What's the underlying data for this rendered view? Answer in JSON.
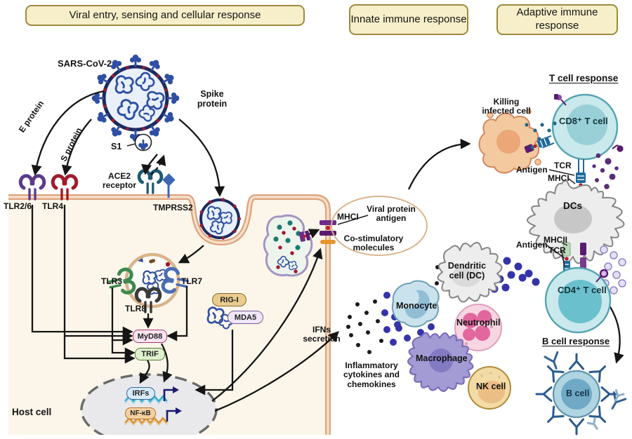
{
  "headers": {
    "viral": "Viral entry, sensing and cellular response",
    "innate": "Innate immune response",
    "adaptive": "Adaptive immune response"
  },
  "virus": {
    "name": "SARS-CoV-2",
    "spike": "Spike protein",
    "e_protein": "E protein",
    "s_protein": "S protein",
    "s1": "S1"
  },
  "receptors": {
    "ace2": "ACE2 receptor",
    "tmprss2": "TMPRSS2",
    "tlr26": "TLR2/6",
    "tlr4": "TLR4",
    "tlr3": "TLR3",
    "tlr7": "TLR7",
    "tlr8": "TLR8"
  },
  "signaling": {
    "myd88": "MyD88",
    "trif": "TRIF",
    "rigi": "RIG-I",
    "mda5": "MDA5",
    "irfs": "IRFs",
    "nfkb": "NF-κB",
    "host": "Host cell"
  },
  "presentation": {
    "mhci": "MHCI",
    "antigen": "Viral protein antigen",
    "costim": "Co-stimulatory molecules",
    "ifns": "IFNs secretion",
    "inflam": "Inflammatory cytokines and chemokines"
  },
  "innate": {
    "dc": "Dendritic cell (DC)",
    "monocyte": "Monocyte",
    "neutrophil": "Neutrophil",
    "macrophage": "Macrophage",
    "nk": "NK cell"
  },
  "adaptive": {
    "t_title": "T cell response",
    "killing": "Killing infected cell",
    "cd8": "CD8⁺ T cell",
    "tcr1": "TCR",
    "antigen1": "Antigen",
    "mhci1": "MHCI",
    "dcs": "DCs",
    "mhcii": "MHCII",
    "antigen2": "Antigen",
    "tcr2": "TCR",
    "cd4": "CD4⁺ T cell",
    "b_title": "B cell response",
    "bcell": "B cell"
  },
  "colors": {
    "header_bg": "#F6EFC9",
    "header_border": "#9C8A3E",
    "membrane": "#DFA57E",
    "cell_fill": "#FCF6EA",
    "virus_blue": "#2E4FA3",
    "capsid_ring": "#1C2B5E",
    "accent_red": "#9E1B30",
    "tlr26": "#5B3B8C",
    "tlr4": "#A01B2B",
    "tlr3": "#3B8A4E",
    "tlr7": "#4A6DB5",
    "tlr8": "#3A3A3A",
    "ace2": "#1D5A73",
    "tmprss2": "#3C66B5",
    "myd88_bg": "#F9E4F0",
    "trif_bg": "#DFF0CE",
    "rigi_bg": "#E8CC8E",
    "mda5_bg": "#EFE6F7",
    "irfs_bg": "#D8EAF8",
    "nfkb_bg": "#F5CFA0",
    "dna_cyan": "#2BACD8",
    "dna_orange": "#D8902E",
    "dots_blue": "#3434A8",
    "dots_purple": "#5A2B7A",
    "tcell_fill": "#C9E9EC",
    "tcell_border": "#55A3B0",
    "bcell_fill": "#AFD4E2",
    "macrophage": "#A29BD4",
    "neutrophil": "#F7D6E2",
    "monocyte": "#C9E2EC",
    "nk_fill": "#F2DBA4",
    "infected_fill": "#F3C9A0"
  }
}
